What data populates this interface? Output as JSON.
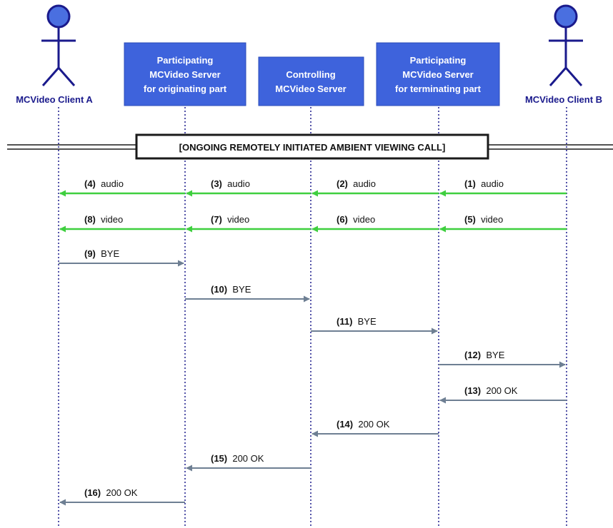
{
  "actors": [
    {
      "id": "client_a",
      "label": "MCVideo Client A"
    },
    {
      "id": "client_b",
      "label": "MCVideo Client B"
    }
  ],
  "servers": [
    {
      "id": "orig",
      "lines": [
        "Participating",
        "MCVideo Server",
        "for originating part"
      ]
    },
    {
      "id": "ctrl",
      "lines": [
        "Controlling",
        "MCVideo Server"
      ]
    },
    {
      "id": "term",
      "lines": [
        "Participating",
        "MCVideo Server",
        "for terminating part"
      ]
    }
  ],
  "banner": "[ONGOING REMOTELY INITIATED AMBIENT VIEWING CALL]",
  "messages": [
    {
      "num": "(1)",
      "text": "audio",
      "from": "client_b",
      "to": "term",
      "kind": "media"
    },
    {
      "num": "(2)",
      "text": "audio",
      "from": "term",
      "to": "ctrl",
      "kind": "media"
    },
    {
      "num": "(3)",
      "text": "audio",
      "from": "ctrl",
      "to": "orig",
      "kind": "media"
    },
    {
      "num": "(4)",
      "text": "audio",
      "from": "orig",
      "to": "client_a",
      "kind": "media"
    },
    {
      "num": "(5)",
      "text": "video",
      "from": "client_b",
      "to": "term",
      "kind": "media"
    },
    {
      "num": "(6)",
      "text": "video",
      "from": "term",
      "to": "ctrl",
      "kind": "media"
    },
    {
      "num": "(7)",
      "text": "video",
      "from": "ctrl",
      "to": "orig",
      "kind": "media"
    },
    {
      "num": "(8)",
      "text": "video",
      "from": "orig",
      "to": "client_a",
      "kind": "media"
    },
    {
      "num": "(9)",
      "text": "BYE",
      "from": "client_a",
      "to": "orig",
      "kind": "signal"
    },
    {
      "num": "(10)",
      "text": "BYE",
      "from": "orig",
      "to": "ctrl",
      "kind": "signal"
    },
    {
      "num": "(11)",
      "text": "BYE",
      "from": "ctrl",
      "to": "term",
      "kind": "signal"
    },
    {
      "num": "(12)",
      "text": "BYE",
      "from": "term",
      "to": "client_b",
      "kind": "signal"
    },
    {
      "num": "(13)",
      "text": "200 OK",
      "from": "client_b",
      "to": "term",
      "kind": "signal"
    },
    {
      "num": "(14)",
      "text": "200 OK",
      "from": "term",
      "to": "ctrl",
      "kind": "signal"
    },
    {
      "num": "(15)",
      "text": "200 OK",
      "from": "ctrl",
      "to": "orig",
      "kind": "signal"
    },
    {
      "num": "(16)",
      "text": "200 OK",
      "from": "orig",
      "to": "client_a",
      "kind": "signal"
    }
  ],
  "colors": {
    "actor": "#1a1a8c",
    "actor_fill": "#4a6fe0",
    "server_box": "#3e63dc",
    "server_text": "#ffffff",
    "lifeline": "#1a1a8c",
    "media_arrow": "#3fcf3f",
    "signal_arrow": "#6e7f93",
    "banner_border": "#1a1a1a"
  }
}
